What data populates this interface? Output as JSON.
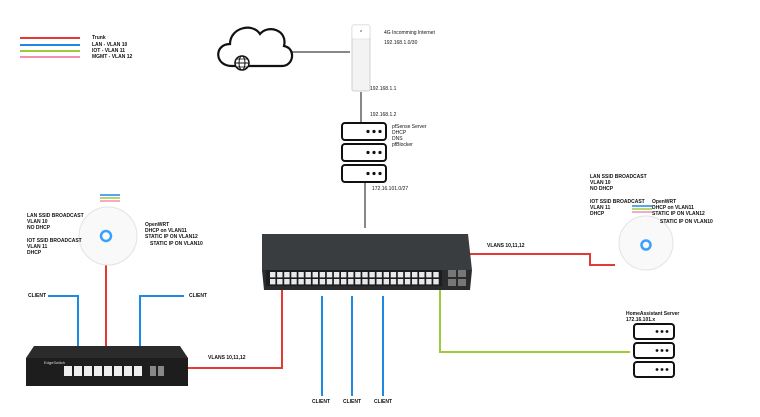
{
  "legend": [
    {
      "label": "Trunk",
      "color": "#e53935"
    },
    {
      "label": "LAN - VLAN 10",
      "color": "#1e88e5"
    },
    {
      "label": "IOT - VLAN 11",
      "color": "#9ccc3c"
    },
    {
      "label": "MGMT - VLAN 12",
      "color": "#f48fb1"
    }
  ],
  "modem": {
    "title": "4G Incomming Internet",
    "subnet": "192.168.1.0/30",
    "ip": "192.168.1.1"
  },
  "firewall": {
    "wan_ip": "192.168.1.2",
    "services": [
      "pfSense Server",
      "DHCP",
      "DNS",
      "pfBlocker"
    ],
    "lan_subnet": "172.16.101.0/27"
  },
  "ap_left": {
    "ssid_lan": [
      "LAN SSID BROADCAST",
      "VLAN 10",
      "NO DHCP"
    ],
    "ssid_iot": [
      "IOT SSID BROADCAST",
      "VLAN 11",
      "DHCP"
    ],
    "openwrt": [
      "OpenWRT",
      "DHCP on VLAN11",
      "STATIC IP ON VLAN12"
    ],
    "static_ip": "STATIC IP ON VLAN10"
  },
  "ap_right": {
    "ssid_lan": [
      "LAN SSID BROADCAST",
      "VLAN 10",
      "NO DHCP"
    ],
    "ssid_iot": [
      "IOT SSID BROADCAST",
      "VLAN 11",
      "DHCP"
    ],
    "openwrt": [
      "OpenWRT",
      "DHCP on VLAN11",
      "STATIC IP ON VLAN12"
    ],
    "static_ip": "STATIC IP ON VLAN10"
  },
  "trunk_labels": {
    "to_right_ap": "VLANS 10,11,12",
    "to_edgeswitch": "VLANS 10,11,12"
  },
  "edgeswitch": {
    "brand": "EdgeSwitch"
  },
  "homeassistant": {
    "title": "HomeAssistant Server",
    "ip": "172.16.101.x"
  },
  "clients": {
    "label": "CLIENT"
  },
  "colors": {
    "trunk": "#e53935",
    "lan": "#1e88e5",
    "iot": "#9ccc3c",
    "mgmt": "#f48fb1",
    "line_black": "#111111"
  }
}
